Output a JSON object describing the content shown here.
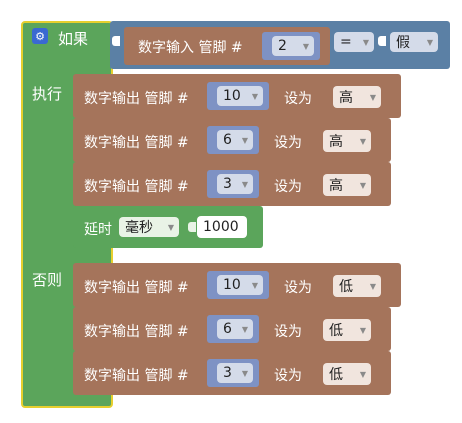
{
  "if_block": {
    "label": "如果",
    "do_label": "执行",
    "else_label": "否则",
    "gear_icon": "gear-icon"
  },
  "condition": {
    "read_label": "数字输入 管脚 #",
    "pin": "2",
    "operator": "=",
    "compare_value": "假"
  },
  "do_statements": [
    {
      "label": "数字输出 管脚 #",
      "pin": "10",
      "set_label": "设为",
      "value": "高"
    },
    {
      "label": "数字输出 管脚 #",
      "pin": "6",
      "set_label": "设为",
      "value": "高"
    },
    {
      "label": "数字输出 管脚 #",
      "pin": "3",
      "set_label": "设为",
      "value": "高"
    }
  ],
  "delay": {
    "label": "延时",
    "unit": "毫秒",
    "value": "1000"
  },
  "else_statements": [
    {
      "label": "数字输出 管脚 #",
      "pin": "10",
      "set_label": "设为",
      "value": "低"
    },
    {
      "label": "数字输出 管脚 #",
      "pin": "6",
      "set_label": "设为",
      "value": "低"
    },
    {
      "label": "数字输出 管脚 #",
      "pin": "3",
      "set_label": "设为",
      "value": "低"
    }
  ],
  "colors": {
    "control_green": "#5ba55b",
    "logic_blue": "#5b80a5",
    "io_brown": "#a5745b",
    "highlight_yellow": "#e6cf2e"
  }
}
